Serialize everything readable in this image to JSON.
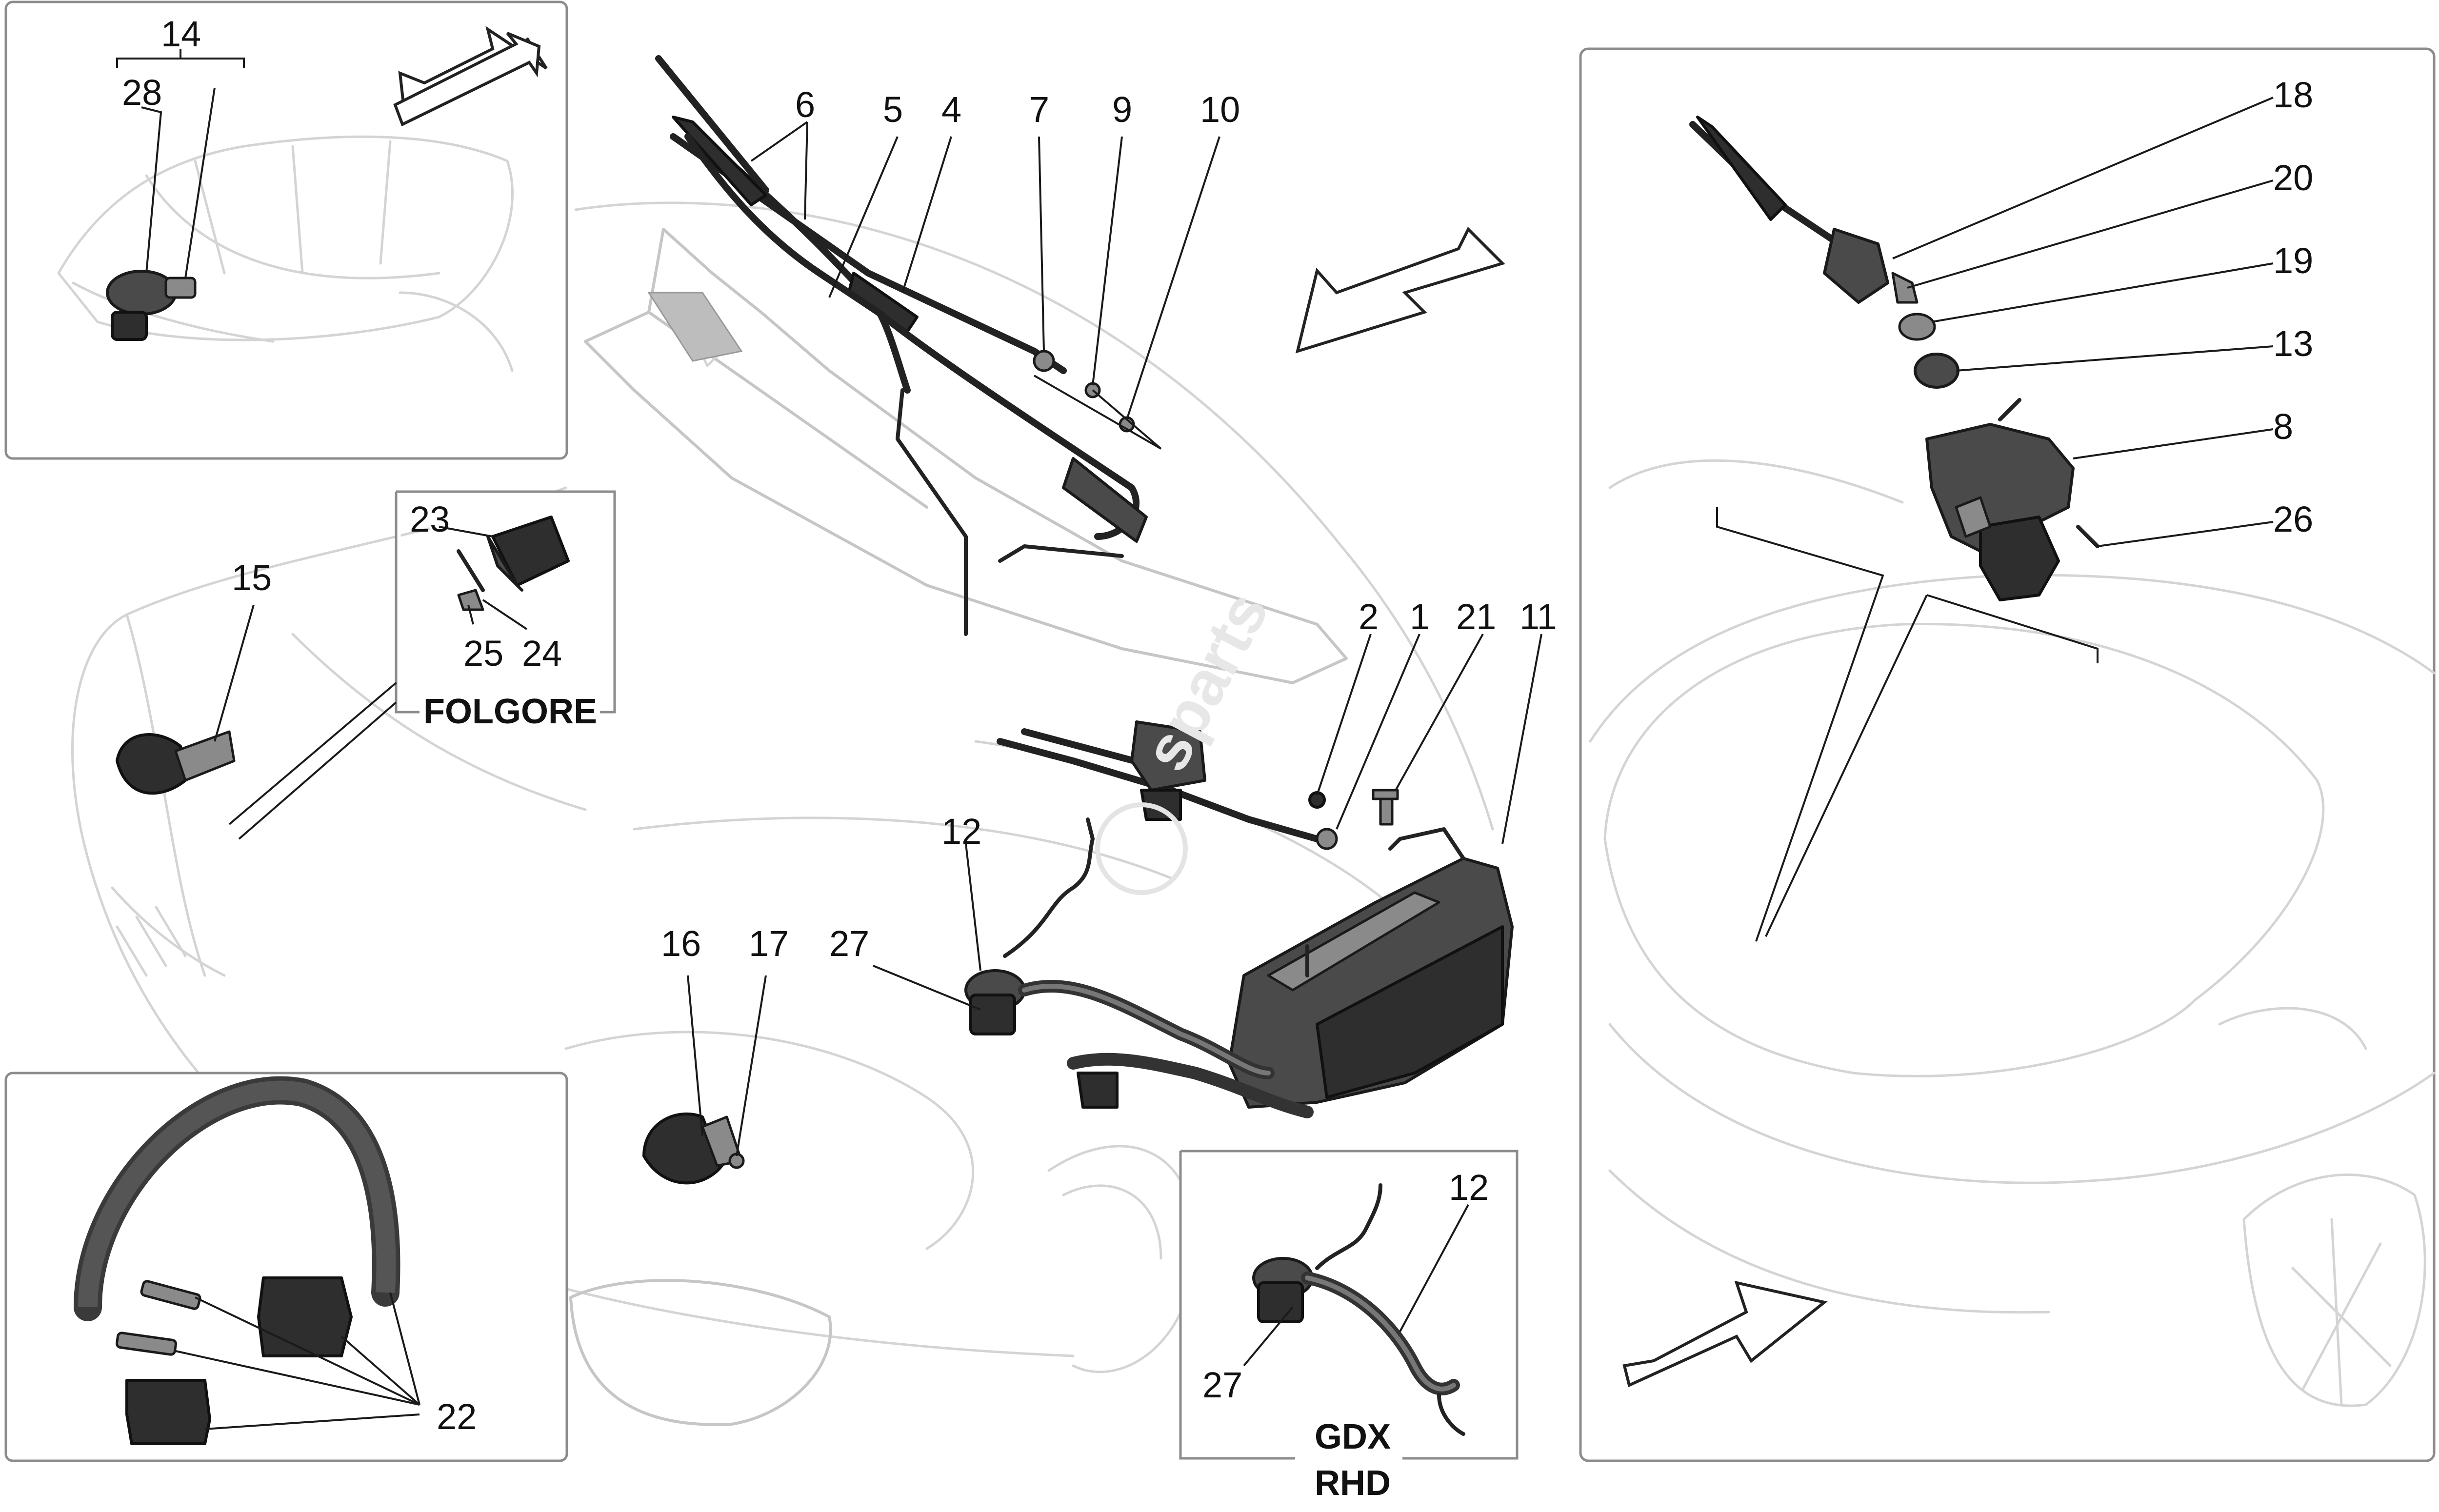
{
  "diagram": {
    "part_numbers": {
      "p1": "1",
      "p2": "2",
      "p4": "4",
      "p5": "5",
      "p6": "6",
      "p7": "7",
      "p8": "8",
      "p9": "9",
      "p10": "10",
      "p11": "11",
      "p12a": "12",
      "p12b": "12",
      "p13": "13",
      "p14": "14",
      "p15": "15",
      "p16": "16",
      "p17": "17",
      "p18": "18",
      "p19": "19",
      "p20": "20",
      "p21": "21",
      "p22": "22",
      "p23": "23",
      "p24": "24",
      "p25": "25",
      "p26": "26",
      "p27a": "27",
      "p27b": "27",
      "p28": "28"
    },
    "variant_labels": {
      "folgore": "FOLGORE",
      "gdx": "GDX",
      "rhd": "RHD"
    },
    "watermark": "sparts"
  }
}
